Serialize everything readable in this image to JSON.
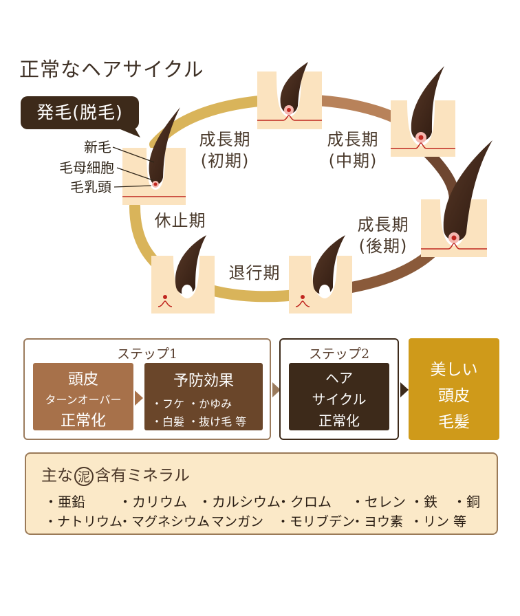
{
  "title": "正常なヘアサイクル",
  "bubble_label": "発毛(脱毛)",
  "parts": [
    "新毛",
    "毛母細胞",
    "毛乳頭"
  ],
  "phases": {
    "early": [
      "成長期",
      "(初期)"
    ],
    "middle": [
      "成長期",
      "(中期)"
    ],
    "late": [
      "成長期",
      "(後期)"
    ],
    "regression": [
      "退行期"
    ],
    "rest": [
      "休止期"
    ]
  },
  "colors": {
    "ring_gold": "#d9b45a",
    "ring_brown": "#a8704a",
    "ring_dark": "#6e4630",
    "skin": "#fbe3bf",
    "hair": "#3a2418",
    "root_red": "#c0261f",
    "step1_border": "#9a7a5c",
    "step2_border": "#3d2a1a",
    "tile1": "#a7714a",
    "tile2": "#6a462a",
    "tile3": "#3d2a1a",
    "result": "#cf9a1a"
  },
  "step1": {
    "label": "ステップ1",
    "tile_a": [
      "頭皮",
      "ターンオーバー",
      "正常化"
    ],
    "tile_b_title": "予防効果",
    "tile_b_lines": [
      "・フケ ・かゆみ",
      "・白髪 ・抜け毛 等"
    ]
  },
  "step2": {
    "label": "ステップ2",
    "tile": [
      "ヘア",
      "サイクル",
      "正常化"
    ]
  },
  "result": [
    "美しい",
    "頭皮",
    "毛髪"
  ],
  "minerals": {
    "title_pre": "主な",
    "circled": "泥",
    "title_post": "含有ミネラル",
    "row1": [
      "・亜鉛",
      "・カリウム",
      "・カルシウム",
      "・クロム",
      "・セレン",
      "・鉄",
      "・銅"
    ],
    "row2": [
      "・ナトリウム",
      "・マグネシウム",
      "・マンガン",
      "・モリブデン",
      "・ヨウ素",
      "・リン 等"
    ]
  }
}
